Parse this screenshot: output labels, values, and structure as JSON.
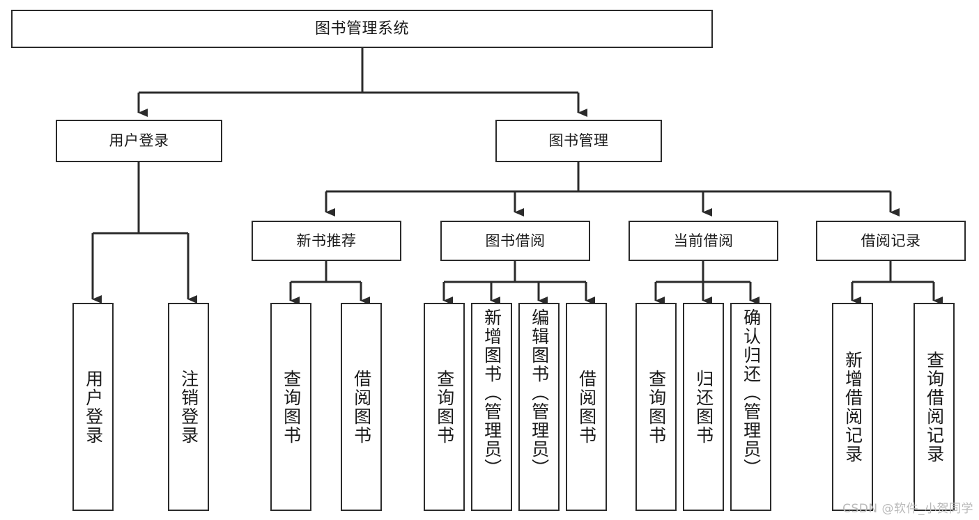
{
  "diagram": {
    "title": "图书管理系统",
    "type": "tree",
    "watermark": "CSDN @软件_小贺同学",
    "stroke_color": "#2b2b2b",
    "background_color": "#ffffff",
    "text_color": "#1a1a1a"
  },
  "nodes": {
    "root": {
      "label": "图书管理系统"
    },
    "level1": [
      {
        "id": "user-login",
        "label": "用户登录"
      },
      {
        "id": "book-manage",
        "label": "图书管理"
      }
    ],
    "level2": [
      {
        "id": "new-book-rec",
        "label": "新书推荐"
      },
      {
        "id": "book-borrow",
        "label": "图书借阅"
      },
      {
        "id": "current-borrow",
        "label": "当前借阅"
      },
      {
        "id": "borrow-record",
        "label": "借阅记录"
      }
    ],
    "leaves": {
      "user_login": [
        {
          "id": "leaf-user-login",
          "label": "用户登录"
        },
        {
          "id": "leaf-logout",
          "label": "注销登录"
        }
      ],
      "new_book_rec": [
        {
          "id": "leaf-query-book-1",
          "label": "查询图书"
        },
        {
          "id": "leaf-borrow-book-1",
          "label": "借阅图书"
        }
      ],
      "book_borrow": [
        {
          "id": "leaf-query-book-2",
          "label": "查询图书"
        },
        {
          "id": "leaf-add-book",
          "label": "新增图书（管理员）"
        },
        {
          "id": "leaf-edit-book",
          "label": "编辑图书（管理员）"
        },
        {
          "id": "leaf-borrow-book-2",
          "label": "借阅图书"
        }
      ],
      "current_borrow": [
        {
          "id": "leaf-query-book-3",
          "label": "查询图书"
        },
        {
          "id": "leaf-return-book",
          "label": "归还图书"
        },
        {
          "id": "leaf-confirm-return",
          "label": "确认归还（管理员）"
        }
      ],
      "borrow_record": [
        {
          "id": "leaf-add-record",
          "label": "新增借阅记录"
        },
        {
          "id": "leaf-query-record",
          "label": "查询借阅记录"
        }
      ]
    }
  }
}
